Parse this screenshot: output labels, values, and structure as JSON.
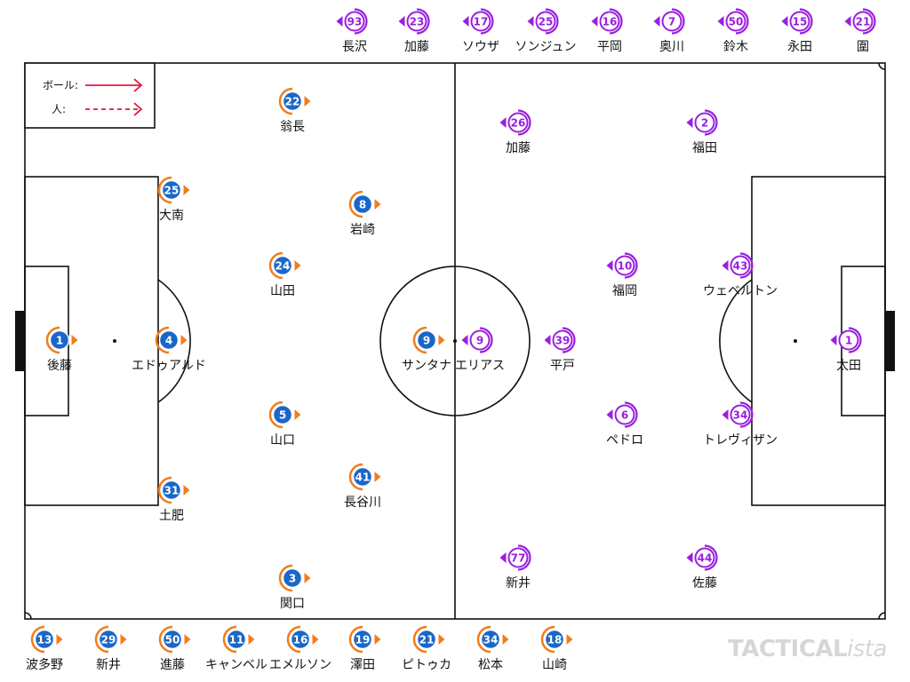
{
  "legend": {
    "ball_label": "ボール:",
    "person_label": "人:"
  },
  "brand": {
    "name": "TACTICAL",
    "suffix": "ista"
  },
  "colors": {
    "home_fill": "#1a67c8",
    "home_ring": "#f07d1c",
    "away_ring": "#9a1fe0",
    "arrow": "#e0183c",
    "line": "#111111"
  },
  "home_players": [
    {
      "num": "22",
      "name": "翁長"
    },
    {
      "num": "25",
      "name": "大南"
    },
    {
      "num": "8",
      "name": "岩崎"
    },
    {
      "num": "24",
      "name": "山田"
    },
    {
      "num": "1",
      "name": "後藤"
    },
    {
      "num": "4",
      "name": "エドゥアルド"
    },
    {
      "num": "9",
      "name": "サンタナ"
    },
    {
      "num": "5",
      "name": "山口"
    },
    {
      "num": "41",
      "name": "長谷川"
    },
    {
      "num": "31",
      "name": "土肥"
    },
    {
      "num": "3",
      "name": "関口"
    }
  ],
  "away_players": [
    {
      "num": "26",
      "name": "加藤"
    },
    {
      "num": "2",
      "name": "福田"
    },
    {
      "num": "10",
      "name": "福岡"
    },
    {
      "num": "43",
      "name": "ウェベルトン"
    },
    {
      "num": "9",
      "name": "エリアス"
    },
    {
      "num": "39",
      "name": "平戸"
    },
    {
      "num": "1",
      "name": "太田"
    },
    {
      "num": "6",
      "name": "ペドロ"
    },
    {
      "num": "34",
      "name": "トレヴィザン"
    },
    {
      "num": "77",
      "name": "新井"
    },
    {
      "num": "44",
      "name": "佐藤"
    }
  ],
  "away_bench": [
    {
      "num": "93",
      "name": "長沢"
    },
    {
      "num": "23",
      "name": "加藤"
    },
    {
      "num": "17",
      "name": "ソウザ"
    },
    {
      "num": "25",
      "name": "ソンジュン"
    },
    {
      "num": "16",
      "name": "平岡"
    },
    {
      "num": "7",
      "name": "奥川"
    },
    {
      "num": "50",
      "name": "鈴木"
    },
    {
      "num": "15",
      "name": "永田"
    },
    {
      "num": "21",
      "name": "圍"
    }
  ],
  "home_bench": [
    {
      "num": "13",
      "name": "波多野"
    },
    {
      "num": "29",
      "name": "新井"
    },
    {
      "num": "50",
      "name": "進藤"
    },
    {
      "num": "11",
      "name": "キャンベル"
    },
    {
      "num": "16",
      "name": "エメルソン"
    },
    {
      "num": "19",
      "name": "澤田"
    },
    {
      "num": "21",
      "name": "ピトゥカ"
    },
    {
      "num": "34",
      "name": "松本"
    },
    {
      "num": "18",
      "name": "山崎"
    }
  ]
}
